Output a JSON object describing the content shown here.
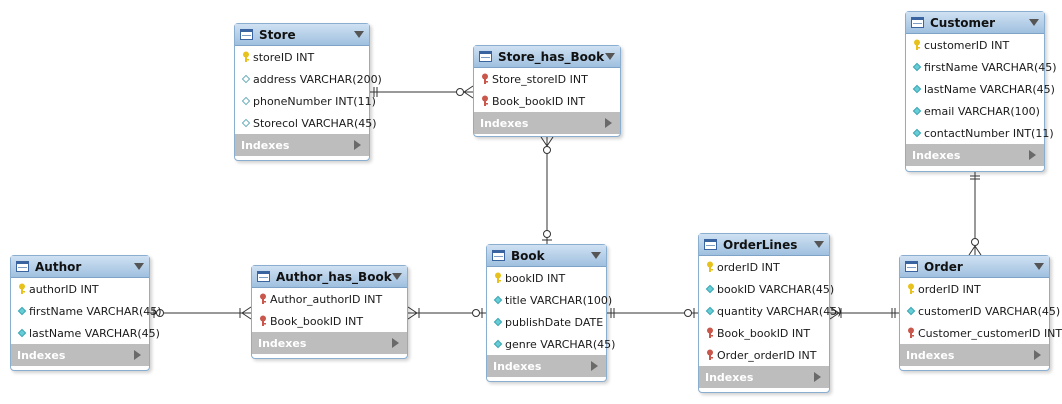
{
  "tables": {
    "store": {
      "name": "Store",
      "columns": [
        {
          "text": "storeID INT",
          "icon": "pk"
        },
        {
          "text": "address VARCHAR(200)",
          "icon": "nullable"
        },
        {
          "text": "phoneNumber INT(11)",
          "icon": "nullable"
        },
        {
          "text": "Storecol VARCHAR(45)",
          "icon": "nullable"
        }
      ],
      "indexes_label": "Indexes"
    },
    "store_has_book": {
      "name": "Store_has_Book",
      "columns": [
        {
          "text": "Store_storeID INT",
          "icon": "fk"
        },
        {
          "text": "Book_bookID INT",
          "icon": "fk"
        }
      ],
      "indexes_label": "Indexes"
    },
    "customer": {
      "name": "Customer",
      "columns": [
        {
          "text": "customerID INT",
          "icon": "pk"
        },
        {
          "text": "firstName VARCHAR(45)",
          "icon": "notnull"
        },
        {
          "text": "lastName VARCHAR(45)",
          "icon": "notnull"
        },
        {
          "text": "email VARCHAR(100)",
          "icon": "notnull"
        },
        {
          "text": "contactNumber INT(11)",
          "icon": "notnull"
        }
      ],
      "indexes_label": "Indexes"
    },
    "author": {
      "name": "Author",
      "columns": [
        {
          "text": "authorID INT",
          "icon": "pk"
        },
        {
          "text": "firstName VARCHAR(45)",
          "icon": "notnull"
        },
        {
          "text": "lastName VARCHAR(45)",
          "icon": "notnull"
        }
      ],
      "indexes_label": "Indexes"
    },
    "author_has_book": {
      "name": "Author_has_Book",
      "columns": [
        {
          "text": "Author_authorID INT",
          "icon": "fk"
        },
        {
          "text": "Book_bookID INT",
          "icon": "fk"
        }
      ],
      "indexes_label": "Indexes"
    },
    "book": {
      "name": "Book",
      "columns": [
        {
          "text": "bookID INT",
          "icon": "pk"
        },
        {
          "text": "title VARCHAR(100)",
          "icon": "notnull"
        },
        {
          "text": "publishDate DATE",
          "icon": "notnull"
        },
        {
          "text": "genre VARCHAR(45)",
          "icon": "notnull"
        }
      ],
      "indexes_label": "Indexes"
    },
    "orderlines": {
      "name": "OrderLines",
      "columns": [
        {
          "text": "orderID INT",
          "icon": "pk"
        },
        {
          "text": "bookID VARCHAR(45)",
          "icon": "notnull"
        },
        {
          "text": "quantity VARCHAR(45)",
          "icon": "notnull"
        },
        {
          "text": "Book_bookID INT",
          "icon": "fk"
        },
        {
          "text": "Order_orderID INT",
          "icon": "fk"
        }
      ],
      "indexes_label": "Indexes"
    },
    "order": {
      "name": "Order",
      "columns": [
        {
          "text": "orderID INT",
          "icon": "pk"
        },
        {
          "text": "customerID VARCHAR(45)",
          "icon": "notnull"
        },
        {
          "text": "Customer_customerID INT",
          "icon": "fk"
        }
      ],
      "indexes_label": "Indexes"
    }
  },
  "colors": {
    "header_top": "#cfe1f2",
    "header_bottom": "#9fc0df",
    "border": "#8aaed0",
    "indexes_bar": "#bdbdbd",
    "pk_key": "#e8c21c",
    "fk_key": "#c9574b",
    "attr_diamond": "#66cdd6",
    "line": "#333333"
  },
  "relationships": [
    {
      "from": "store",
      "from_end": "one-mandatory",
      "to": "store_has_book",
      "to_end": "many-optional"
    },
    {
      "from": "store_has_book",
      "from_end": "many-optional",
      "to": "book",
      "to_end": "one-optional"
    },
    {
      "from": "author",
      "from_end": "one-optional",
      "to": "author_has_book",
      "to_end": "many-mandatory"
    },
    {
      "from": "author_has_book",
      "from_end": "many-mandatory",
      "to": "book",
      "to_end": "one-optional"
    },
    {
      "from": "book",
      "from_end": "one-mandatory",
      "to": "orderlines",
      "to_end": "one-optional"
    },
    {
      "from": "orderlines",
      "from_end": "many-mandatory",
      "to": "order",
      "to_end": "one-mandatory"
    },
    {
      "from": "customer",
      "from_end": "one-mandatory",
      "to": "order",
      "to_end": "many-optional"
    }
  ]
}
